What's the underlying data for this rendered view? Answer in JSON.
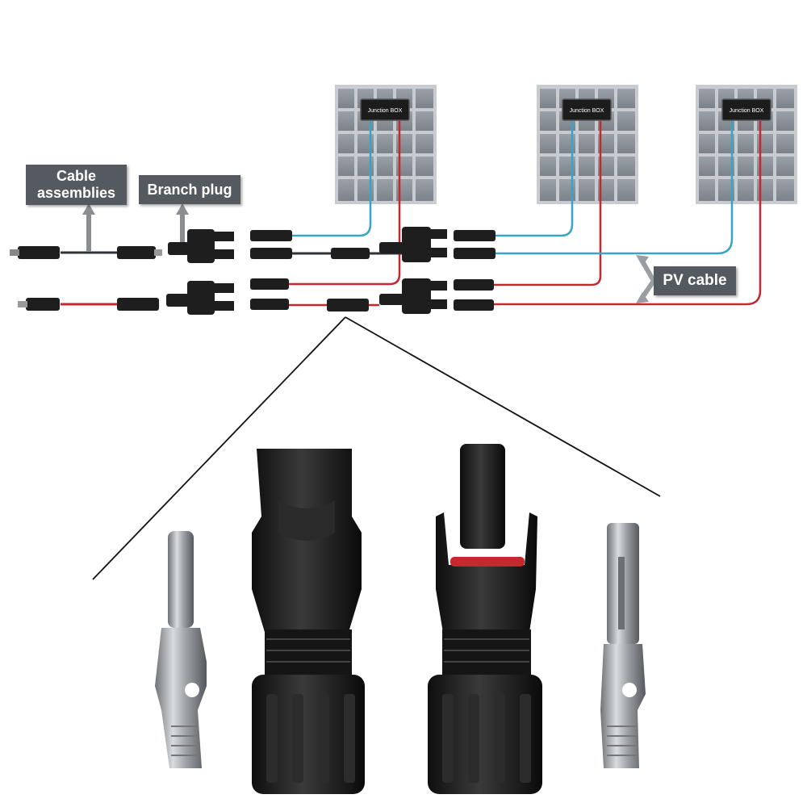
{
  "labels": {
    "cable_assemblies": "Cable assemblies",
    "branch_plug": "Branch plug",
    "pv_cable": "PV cable"
  },
  "junction_box_text": "Junction BOX",
  "colors": {
    "label_bg": "#555a60",
    "panel_cell": "#8a9199",
    "panel_frame": "#c4c8cc",
    "cable_blue": "#3aa3c8",
    "cable_red": "#c62830",
    "connector_black": "#1e1e1e",
    "metal_pin": "#a9adb1"
  },
  "icons": [
    "arrow-up-icon",
    "arrow-double-icon"
  ]
}
